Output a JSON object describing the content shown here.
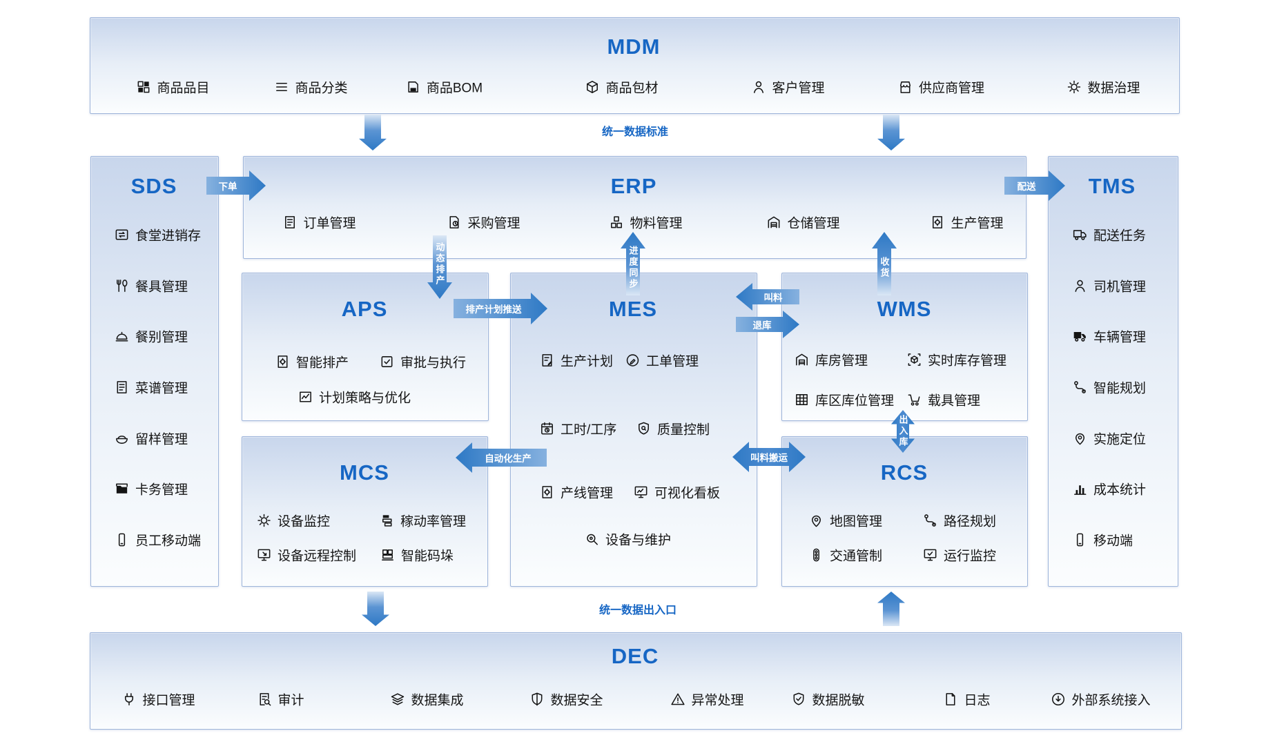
{
  "flow_labels": {
    "top": "统一数据标准",
    "bottom": "统一数据出入口"
  },
  "colors": {
    "accent": "#1666c4",
    "arrow_blue": "#2e79c5",
    "box_border": "#9db4da",
    "box_fill_top": "#c8d6ec"
  },
  "boxes": [
    {
      "id": "mdm",
      "title": "MDM",
      "items": [
        {
          "icon": "grid",
          "label": "商品品目"
        },
        {
          "icon": "menu",
          "label": "商品分类"
        },
        {
          "icon": "bom",
          "label": "商品BOM"
        },
        {
          "icon": "package",
          "label": "商品包材"
        },
        {
          "icon": "person",
          "label": "客户管理"
        },
        {
          "icon": "store",
          "label": "供应商管理"
        },
        {
          "icon": "gear",
          "label": "数据治理"
        }
      ]
    },
    {
      "id": "sds",
      "title": "SDS",
      "items": [
        {
          "icon": "cardswap",
          "label": "食堂进销存"
        },
        {
          "icon": "cutlery",
          "label": "餐具管理"
        },
        {
          "icon": "cloche",
          "label": "餐别管理"
        },
        {
          "icon": "doc",
          "label": "菜谱管理"
        },
        {
          "icon": "bowl",
          "label": "留样管理"
        },
        {
          "icon": "card",
          "label": "卡务管理"
        },
        {
          "icon": "phone",
          "label": "员工移动端"
        }
      ]
    },
    {
      "id": "erp",
      "title": "ERP",
      "items": [
        {
          "icon": "doc",
          "label": "订单管理"
        },
        {
          "icon": "docclock",
          "label": "采购管理"
        },
        {
          "icon": "materials",
          "label": "物料管理"
        },
        {
          "icon": "warehouse",
          "label": "仓储管理"
        },
        {
          "icon": "docgear",
          "label": "生产管理"
        }
      ]
    },
    {
      "id": "tms",
      "title": "TMS",
      "items": [
        {
          "icon": "truck",
          "label": "配送任务"
        },
        {
          "icon": "person",
          "label": "司机管理"
        },
        {
          "icon": "truckfilled",
          "label": "车辆管理"
        },
        {
          "icon": "route",
          "label": "智能规划"
        },
        {
          "icon": "mappin",
          "label": "实施定位"
        },
        {
          "icon": "barchart",
          "label": "成本统计"
        },
        {
          "icon": "phone",
          "label": "移动端"
        }
      ]
    },
    {
      "id": "aps",
      "title": "APS",
      "items": [
        {
          "icon": "docgear",
          "label": "智能排产"
        },
        {
          "icon": "checksquare",
          "label": "审批与执行"
        },
        {
          "icon": "chartbox",
          "label": "计划策略与优化"
        }
      ]
    },
    {
      "id": "mes",
      "title": "MES",
      "items": [
        {
          "icon": "docpen",
          "label": "生产计划"
        },
        {
          "icon": "clippen",
          "label": "工单管理"
        },
        {
          "icon": "calclock",
          "label": "工时/工序"
        },
        {
          "icon": "shieldq",
          "label": "质量控制"
        },
        {
          "icon": "docgear",
          "label": "产线管理"
        },
        {
          "icon": "monitorchart",
          "label": "可视化看板"
        },
        {
          "icon": "magnifygear",
          "label": "设备与维护"
        }
      ]
    },
    {
      "id": "wms",
      "title": "WMS",
      "items": [
        {
          "icon": "warehouse",
          "label": "库房管理"
        },
        {
          "icon": "cubescan",
          "label": "实时库存管理"
        },
        {
          "icon": "gridcells",
          "label": "库区库位管理"
        },
        {
          "icon": "trolley",
          "label": "载具管理"
        }
      ]
    },
    {
      "id": "mcs",
      "title": "MCS",
      "items": [
        {
          "icon": "gear",
          "label": "设备监控"
        },
        {
          "icon": "bars",
          "label": "稼动率管理"
        },
        {
          "icon": "monitorcursor",
          "label": "设备远程控制"
        },
        {
          "icon": "pallet",
          "label": "智能码垛"
        }
      ]
    },
    {
      "id": "rcs",
      "title": "RCS",
      "items": [
        {
          "icon": "mappin",
          "label": "地图管理"
        },
        {
          "icon": "route",
          "label": "路径规划"
        },
        {
          "icon": "trafficlight",
          "label": "交通管制"
        },
        {
          "icon": "monitorcheck",
          "label": "运行监控"
        }
      ]
    },
    {
      "id": "dec",
      "title": "DEC",
      "items": [
        {
          "icon": "plug",
          "label": "接口管理"
        },
        {
          "icon": "audit",
          "label": "审计"
        },
        {
          "icon": "layers",
          "label": "数据集成"
        },
        {
          "icon": "shield",
          "label": "数据安全"
        },
        {
          "icon": "warning",
          "label": "异常处理"
        },
        {
          "icon": "shieldcheck",
          "label": "数据脱敏"
        },
        {
          "icon": "file",
          "label": "日志"
        },
        {
          "icon": "download",
          "label": "外部系统接入"
        }
      ]
    }
  ],
  "arrows": [
    {
      "id": "mdm-to-erp-left",
      "label": ""
    },
    {
      "id": "mdm-to-erp-right",
      "label": ""
    },
    {
      "id": "sds-to-erp",
      "label": "下单"
    },
    {
      "id": "erp-to-tms",
      "label": "配送"
    },
    {
      "id": "erp-to-aps",
      "label": "动态排产"
    },
    {
      "id": "mes-to-erp",
      "label": "进度同步"
    },
    {
      "id": "wms-to-erp",
      "label": "收货"
    },
    {
      "id": "aps-to-mes",
      "label": "排产计划推送"
    },
    {
      "id": "wms-to-mes",
      "label": "叫料"
    },
    {
      "id": "mes-to-wms",
      "label": "退库"
    },
    {
      "id": "mes-to-mcs",
      "label": "自动化生产"
    },
    {
      "id": "mes-rcs-bidi",
      "label": "叫料搬运"
    },
    {
      "id": "wms-rcs-bidi",
      "label": "出入库"
    },
    {
      "id": "mcs-to-dec",
      "label": ""
    },
    {
      "id": "dec-to-rcs",
      "label": ""
    }
  ]
}
